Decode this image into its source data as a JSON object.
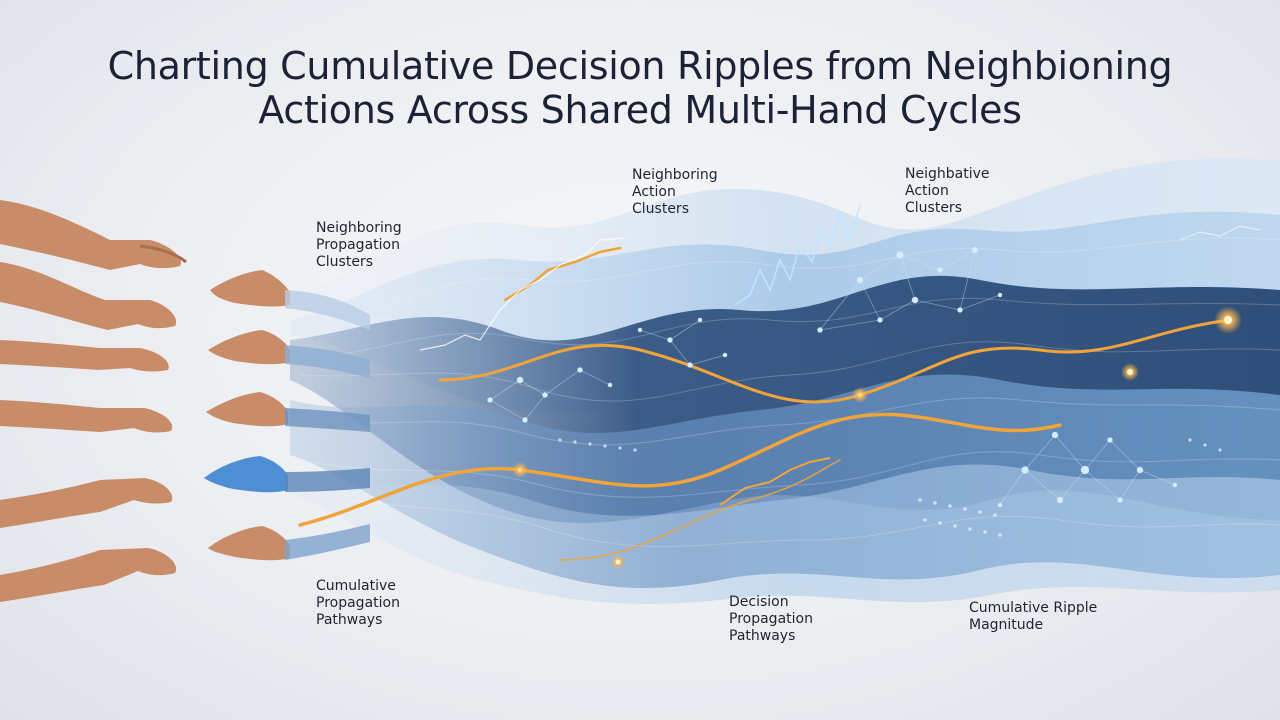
{
  "title": {
    "line1": "Charting Cumulative Decision Ripples from Neighbioning",
    "line2": "Actions Across Shared Multi-Hand Cycles"
  },
  "labels": {
    "top_left": [
      "Neighboring",
      "Propagation",
      "Clusters"
    ],
    "top_middle": [
      "Neighboring",
      "Action",
      "Clusters"
    ],
    "top_right": [
      "Neighbative",
      "Action",
      "Clusters"
    ],
    "bottom_left": [
      "Cumulative",
      "Propagation",
      "Pathways"
    ],
    "bottom_middle": [
      "Decision",
      "Propagation",
      "Pathways"
    ],
    "bottom_right": [
      "Cumulative Ripple",
      "Magnitude"
    ]
  },
  "colors": {
    "ribbon_dark": "#3e5f88",
    "ribbon_light": "#9fc4e6",
    "accent_orange": "#f0a43a",
    "node_light": "#cfe6ff",
    "title": "#1b2236",
    "skin": "#c98c68",
    "blue_hand": "#4d8ed4"
  }
}
